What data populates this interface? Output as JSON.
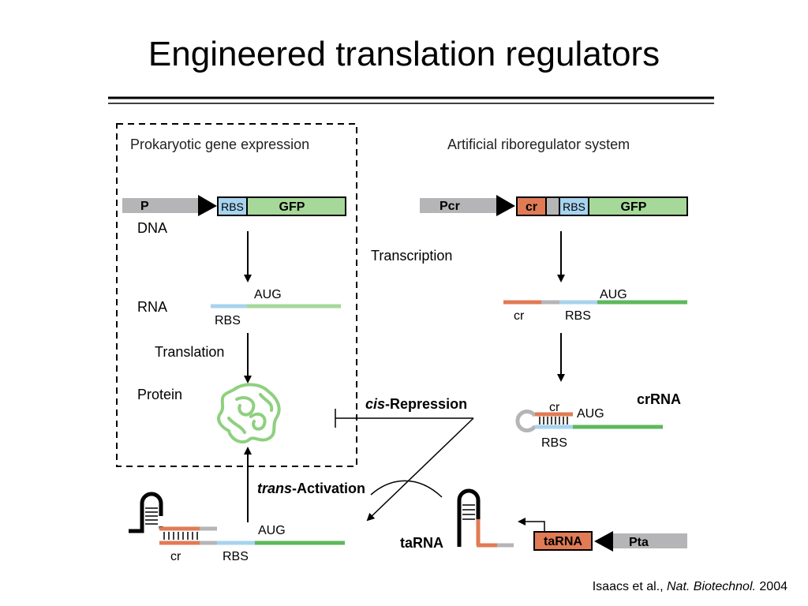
{
  "title": "Engineered translation regulators",
  "citation": {
    "authors": "Isaacs et al., ",
    "journal": "Nat. Biotechnol.",
    "year": " 2004"
  },
  "left_panel": {
    "heading": "Prokaryotic gene expression",
    "dna_label": "DNA",
    "promoter": "P",
    "rbs": "RBS",
    "gene": "GFP",
    "rna_label": "RNA",
    "aug": "AUG",
    "rna_rbs": "RBS",
    "translation": "Translation",
    "protein_label": "Protein"
  },
  "right_panel": {
    "heading": "Artificial riboregulator system",
    "promoter": "Pcr",
    "cr": "cr",
    "rbs": "RBS",
    "gene": "GFP",
    "transcription": "Transcription",
    "aug": "AUG",
    "rna_cr": "cr",
    "rna_rbs": "RBS",
    "crrna_cr": "cr",
    "crrna_aug": "AUG",
    "crrna_rbs": "RBS",
    "crrna_label": "crRNA"
  },
  "regulation": {
    "cis_prefix": "cis",
    "cis_suffix": "-Repression",
    "trans_prefix": "trans",
    "trans_suffix": "-Activation"
  },
  "bottom": {
    "aug": "AUG",
    "cr": "cr",
    "rbs": "RBS",
    "tarna_label": "taRNA",
    "tarna_gene": "taRNA",
    "promoter": "Pta"
  },
  "colors": {
    "promoter_gray": "#b5b5b7",
    "rbs_blue": "#a8d3ee",
    "gfp_green": "#a6d89a",
    "rna_green": "#5cb85c",
    "cr_orange": "#e07b55",
    "protein_green": "#8ed07f"
  }
}
